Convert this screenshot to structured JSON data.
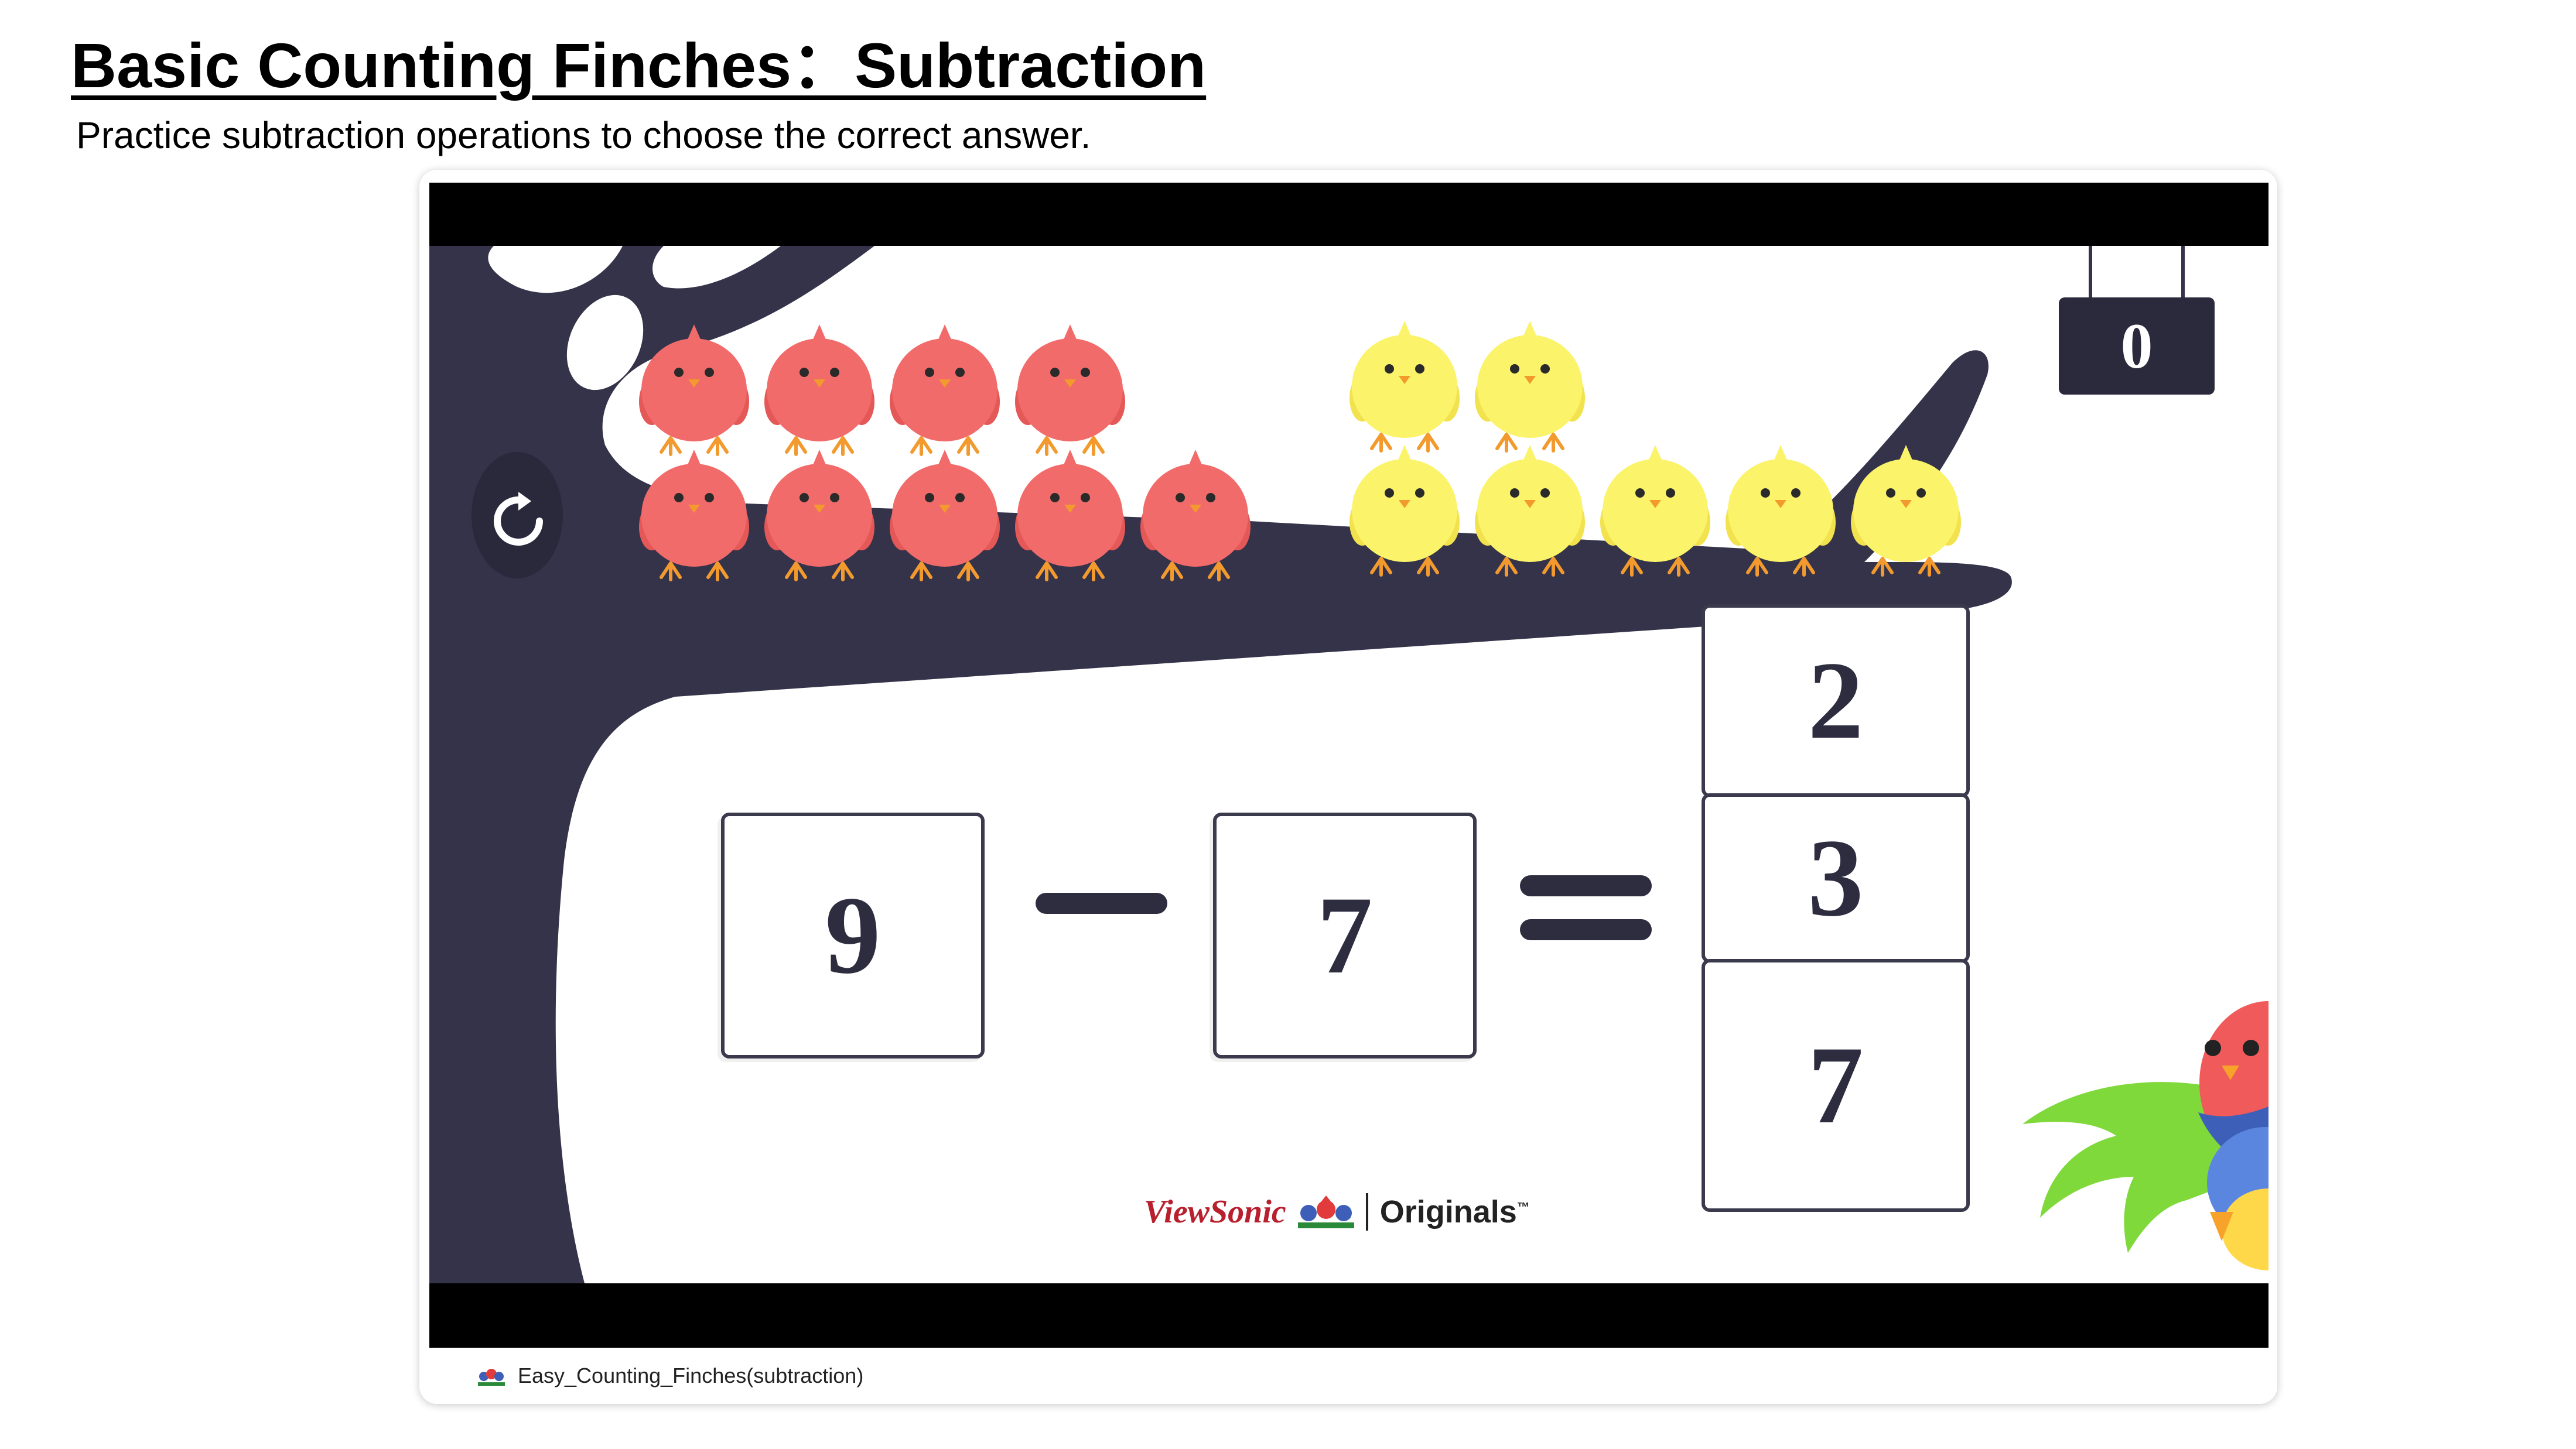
{
  "header": {
    "title": "Basic Counting Finches：Subtraction",
    "subtitle": "Practice subtraction operations to choose the correct answer."
  },
  "game": {
    "score": "0",
    "equation": {
      "left_operand": "9",
      "operator": "minus",
      "right_operand": "7",
      "equals": "equals"
    },
    "answer_options": [
      "2",
      "3",
      "7"
    ],
    "birds": {
      "red_count": 9,
      "yellow_count": 7,
      "red_color": "#f26b6b",
      "yellow_color": "#fbf36a"
    },
    "brand": {
      "company": "ViewSonic",
      "product": "Originals",
      "trademark": "™"
    },
    "icons": {
      "reset": "refresh-icon"
    }
  },
  "colors": {
    "tree": "#35334a",
    "box_border": "#3b3a4d",
    "letterbox": "#000000"
  },
  "caption": {
    "filename": "Easy_Counting_Finches(subtraction)"
  }
}
